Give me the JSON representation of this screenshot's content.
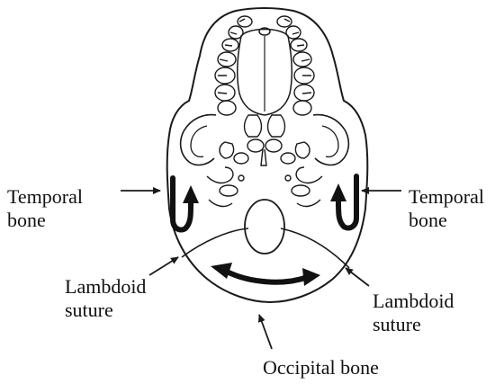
{
  "labels": {
    "temporal_left_line1": "Temporal",
    "temporal_left_line2": "bone",
    "temporal_right_line1": "Temporal",
    "temporal_right_line2": "bone",
    "lambdoid_left_line1": "Lambdoid",
    "lambdoid_left_line2": "suture",
    "lambdoid_right_line1": "Lambdoid",
    "lambdoid_right_line2": "suture",
    "occipital": "Occipital bone"
  },
  "colors": {
    "line": "#1a1a1a",
    "heavy_arrow": "#111111",
    "background": "#ffffff"
  }
}
